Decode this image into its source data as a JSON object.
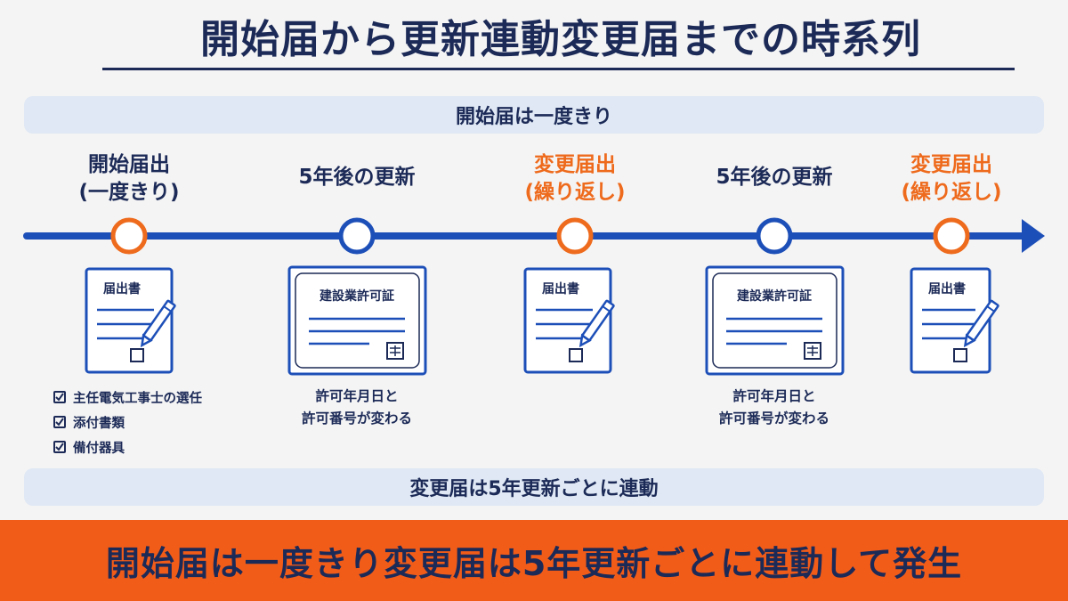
{
  "title": "開始届から更新連動変更届までの時系列",
  "top_band": "開始届は一度きり",
  "bottom_band": "変更届は5年更新ごとに連動",
  "footer": "開始届は一度きり変更届は5年更新ごとに連動して発生",
  "colors": {
    "navy": "#1c2a57",
    "blue": "#1d4fb8",
    "orange": "#ee6a1c",
    "footer": "#f25c19",
    "band": "#dfe8f4"
  },
  "milestones": [
    {
      "line1": "開始届出",
      "line2": "(一度きり)",
      "doc": "届出書",
      "kind": "form",
      "marker": "orange",
      "label_color": "navy"
    },
    {
      "line1": "5年後の更新",
      "line2": "",
      "doc": "建設業許可証",
      "kind": "certificate",
      "marker": "blue",
      "label_color": "navy"
    },
    {
      "line1": "変更届出",
      "line2": "(繰り返し)",
      "doc": "届出書",
      "kind": "form",
      "marker": "orange",
      "label_color": "orange"
    },
    {
      "line1": "5年後の更新",
      "line2": "",
      "doc": "建設業許可証",
      "kind": "certificate",
      "marker": "blue",
      "label_color": "navy"
    },
    {
      "line1": "変更届出",
      "line2": "(繰り返し)",
      "doc": "届出書",
      "kind": "form",
      "marker": "orange",
      "label_color": "orange"
    }
  ],
  "checklist": [
    "主任電気工事士の選任",
    "添付書類",
    "備付器具"
  ],
  "renewal_desc": {
    "line1": "許可年月日と",
    "line2": "許可番号が変わる"
  }
}
